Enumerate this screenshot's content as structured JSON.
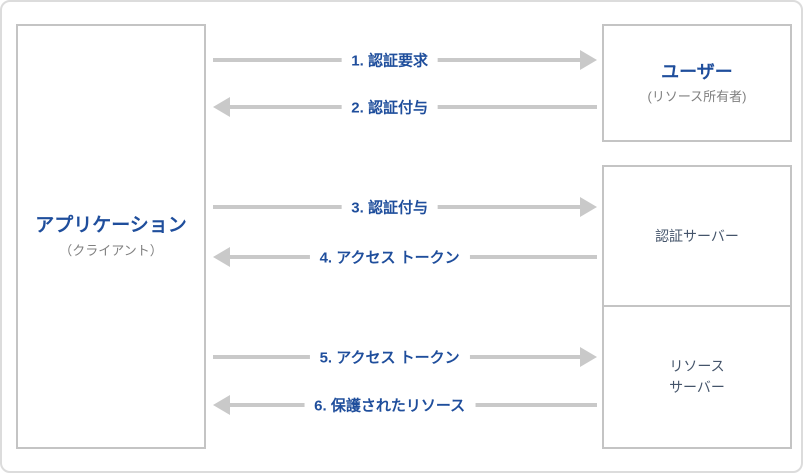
{
  "boxes": {
    "client": {
      "title": "アプリケーション",
      "subtitle": "（クライアント）"
    },
    "user": {
      "title": "ユーザー",
      "subtitle": "(リソース所有者)"
    },
    "auth_server": {
      "label": "認証サーバー"
    },
    "resource_server": {
      "line1": "リソース",
      "line2": "サーバー"
    }
  },
  "arrows": [
    {
      "label": "1. 認証要求",
      "direction": "right"
    },
    {
      "label": "2. 認証付与",
      "direction": "left"
    },
    {
      "label": "3. 認証付与",
      "direction": "right"
    },
    {
      "label": "4. アクセス トークン",
      "direction": "left"
    },
    {
      "label": "5. アクセス トークン",
      "direction": "right"
    },
    {
      "label": "6. 保護されたリソース",
      "direction": "left"
    }
  ],
  "colors": {
    "accent_text": "#1f4e9c",
    "muted_text": "#808080",
    "server_text": "#44546a",
    "arrow_color": "#c9c9c9",
    "box_border": "#c4c4c4",
    "frame_border": "#dcdcdc"
  }
}
